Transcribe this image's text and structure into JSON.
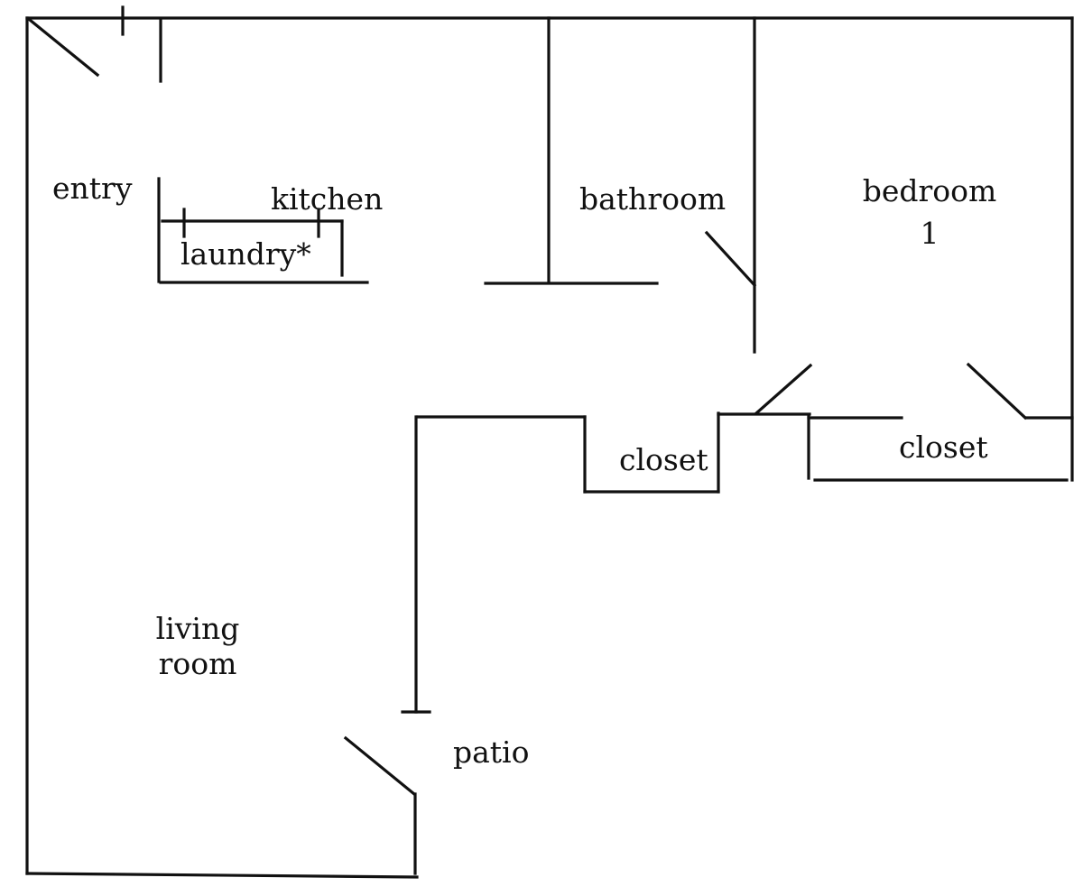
{
  "labels": {
    "entry": "entry",
    "kitchen": "kitchen",
    "laundry": "laundry*",
    "bathroom": "bathroom",
    "bedroom_line1": "bedroom",
    "bedroom_line2": "1",
    "closet_hall": "closet",
    "closet_bedroom": "closet",
    "living_line1": "living",
    "living_line2": "room",
    "patio": "patio"
  },
  "colors": {
    "line": "#111111",
    "background": "#ffffff"
  }
}
